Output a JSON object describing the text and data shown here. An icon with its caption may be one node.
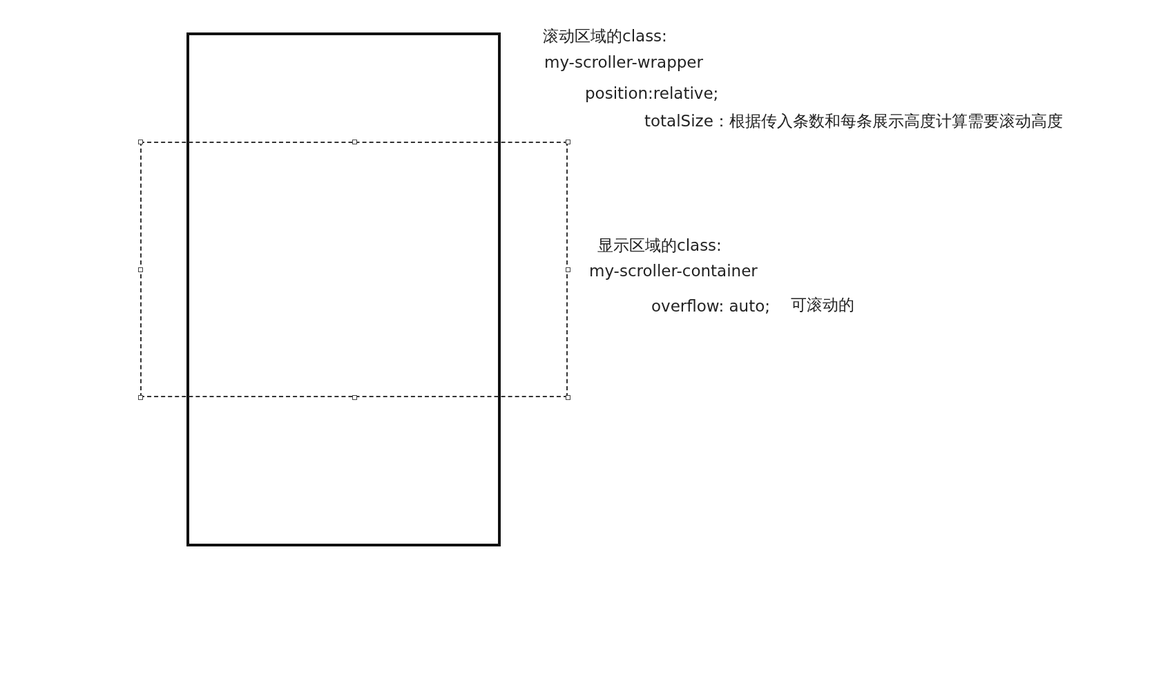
{
  "diagram": {
    "nodes": [
      {
        "text": [],
        "shape": "box",
        "beside": [
          "滚动区域的class:",
          "my-scroller-wrapper",
          "position:relative;",
          "totalSize：根据传入条数和每条展示高度计算需要滚动高度"
        ]
      },
      {
        "text": [],
        "shape": "box",
        "beside": [
          "显示区域的class:",
          "my-scroller-container",
          "overflow: auto;",
          "可滚动的"
        ]
      }
    ]
  }
}
